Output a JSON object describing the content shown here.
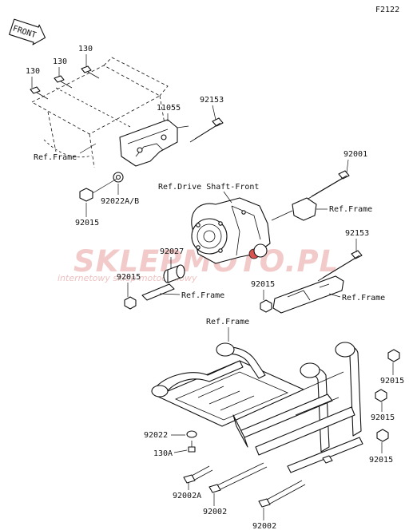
{
  "figure_id": "F2122",
  "front_label": "FRONT",
  "watermark": {
    "brand": "SKLEPMOTO.PL",
    "sub": "internetowy sklep motocyklowy"
  },
  "labels": {
    "p130_a": "130",
    "p130_b": "130",
    "p130_c": "130",
    "ref_frame_1": "Ref.Frame",
    "p11055": "11055",
    "p92153_top": "92153",
    "p92022ab": "92022A/B",
    "p92015_left": "92015",
    "ref_drive_shaft": "Ref.Drive Shaft-Front",
    "p92001": "92001",
    "ref_frame_2": "Ref.Frame",
    "p92153_right": "92153",
    "p92027": "92027",
    "p92015_mid": "92015",
    "ref_frame_3": "Ref.Frame",
    "p92015_center": "92015",
    "ref_frame_4": "Ref.Frame",
    "ref_frame_5": "Ref.Frame",
    "p92015_r1": "92015",
    "p92015_r2": "92015",
    "p92015_r3": "92015",
    "p92022": "92022",
    "p130A": "130A",
    "p92002A": "92002A",
    "p92002_a": "92002",
    "p92002_b": "92002"
  }
}
